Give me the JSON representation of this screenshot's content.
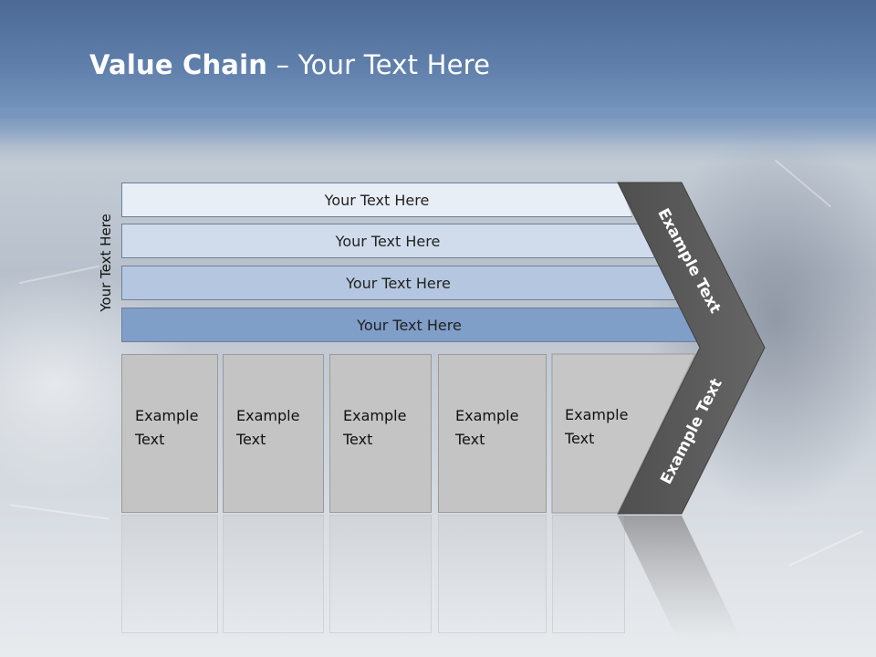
{
  "slide": {
    "title_bold": "Value Chain",
    "title_rest": " – Your Text Here",
    "side_label": "Your Text Here"
  },
  "bands": [
    {
      "label": "Your Text Here",
      "color": "#e8eef6"
    },
    {
      "label": "Your Text Here",
      "color": "#d0dcec"
    },
    {
      "label": "Your Text Here",
      "color": "#b5c7e0"
    },
    {
      "label": "Your Text Here",
      "color": "#7f9ec8"
    }
  ],
  "cells": [
    {
      "line1": "Example",
      "line2": "Text"
    },
    {
      "line1": "Example",
      "line2": "Text"
    },
    {
      "line1": "Example",
      "line2": "Text"
    },
    {
      "line1": "Example",
      "line2": "Text"
    },
    {
      "line1": "Example",
      "line2": "Text"
    }
  ],
  "chevron": {
    "upper_text": "Example Text",
    "lower_text": "Example Text",
    "fill_color": "#5a5a5a"
  }
}
